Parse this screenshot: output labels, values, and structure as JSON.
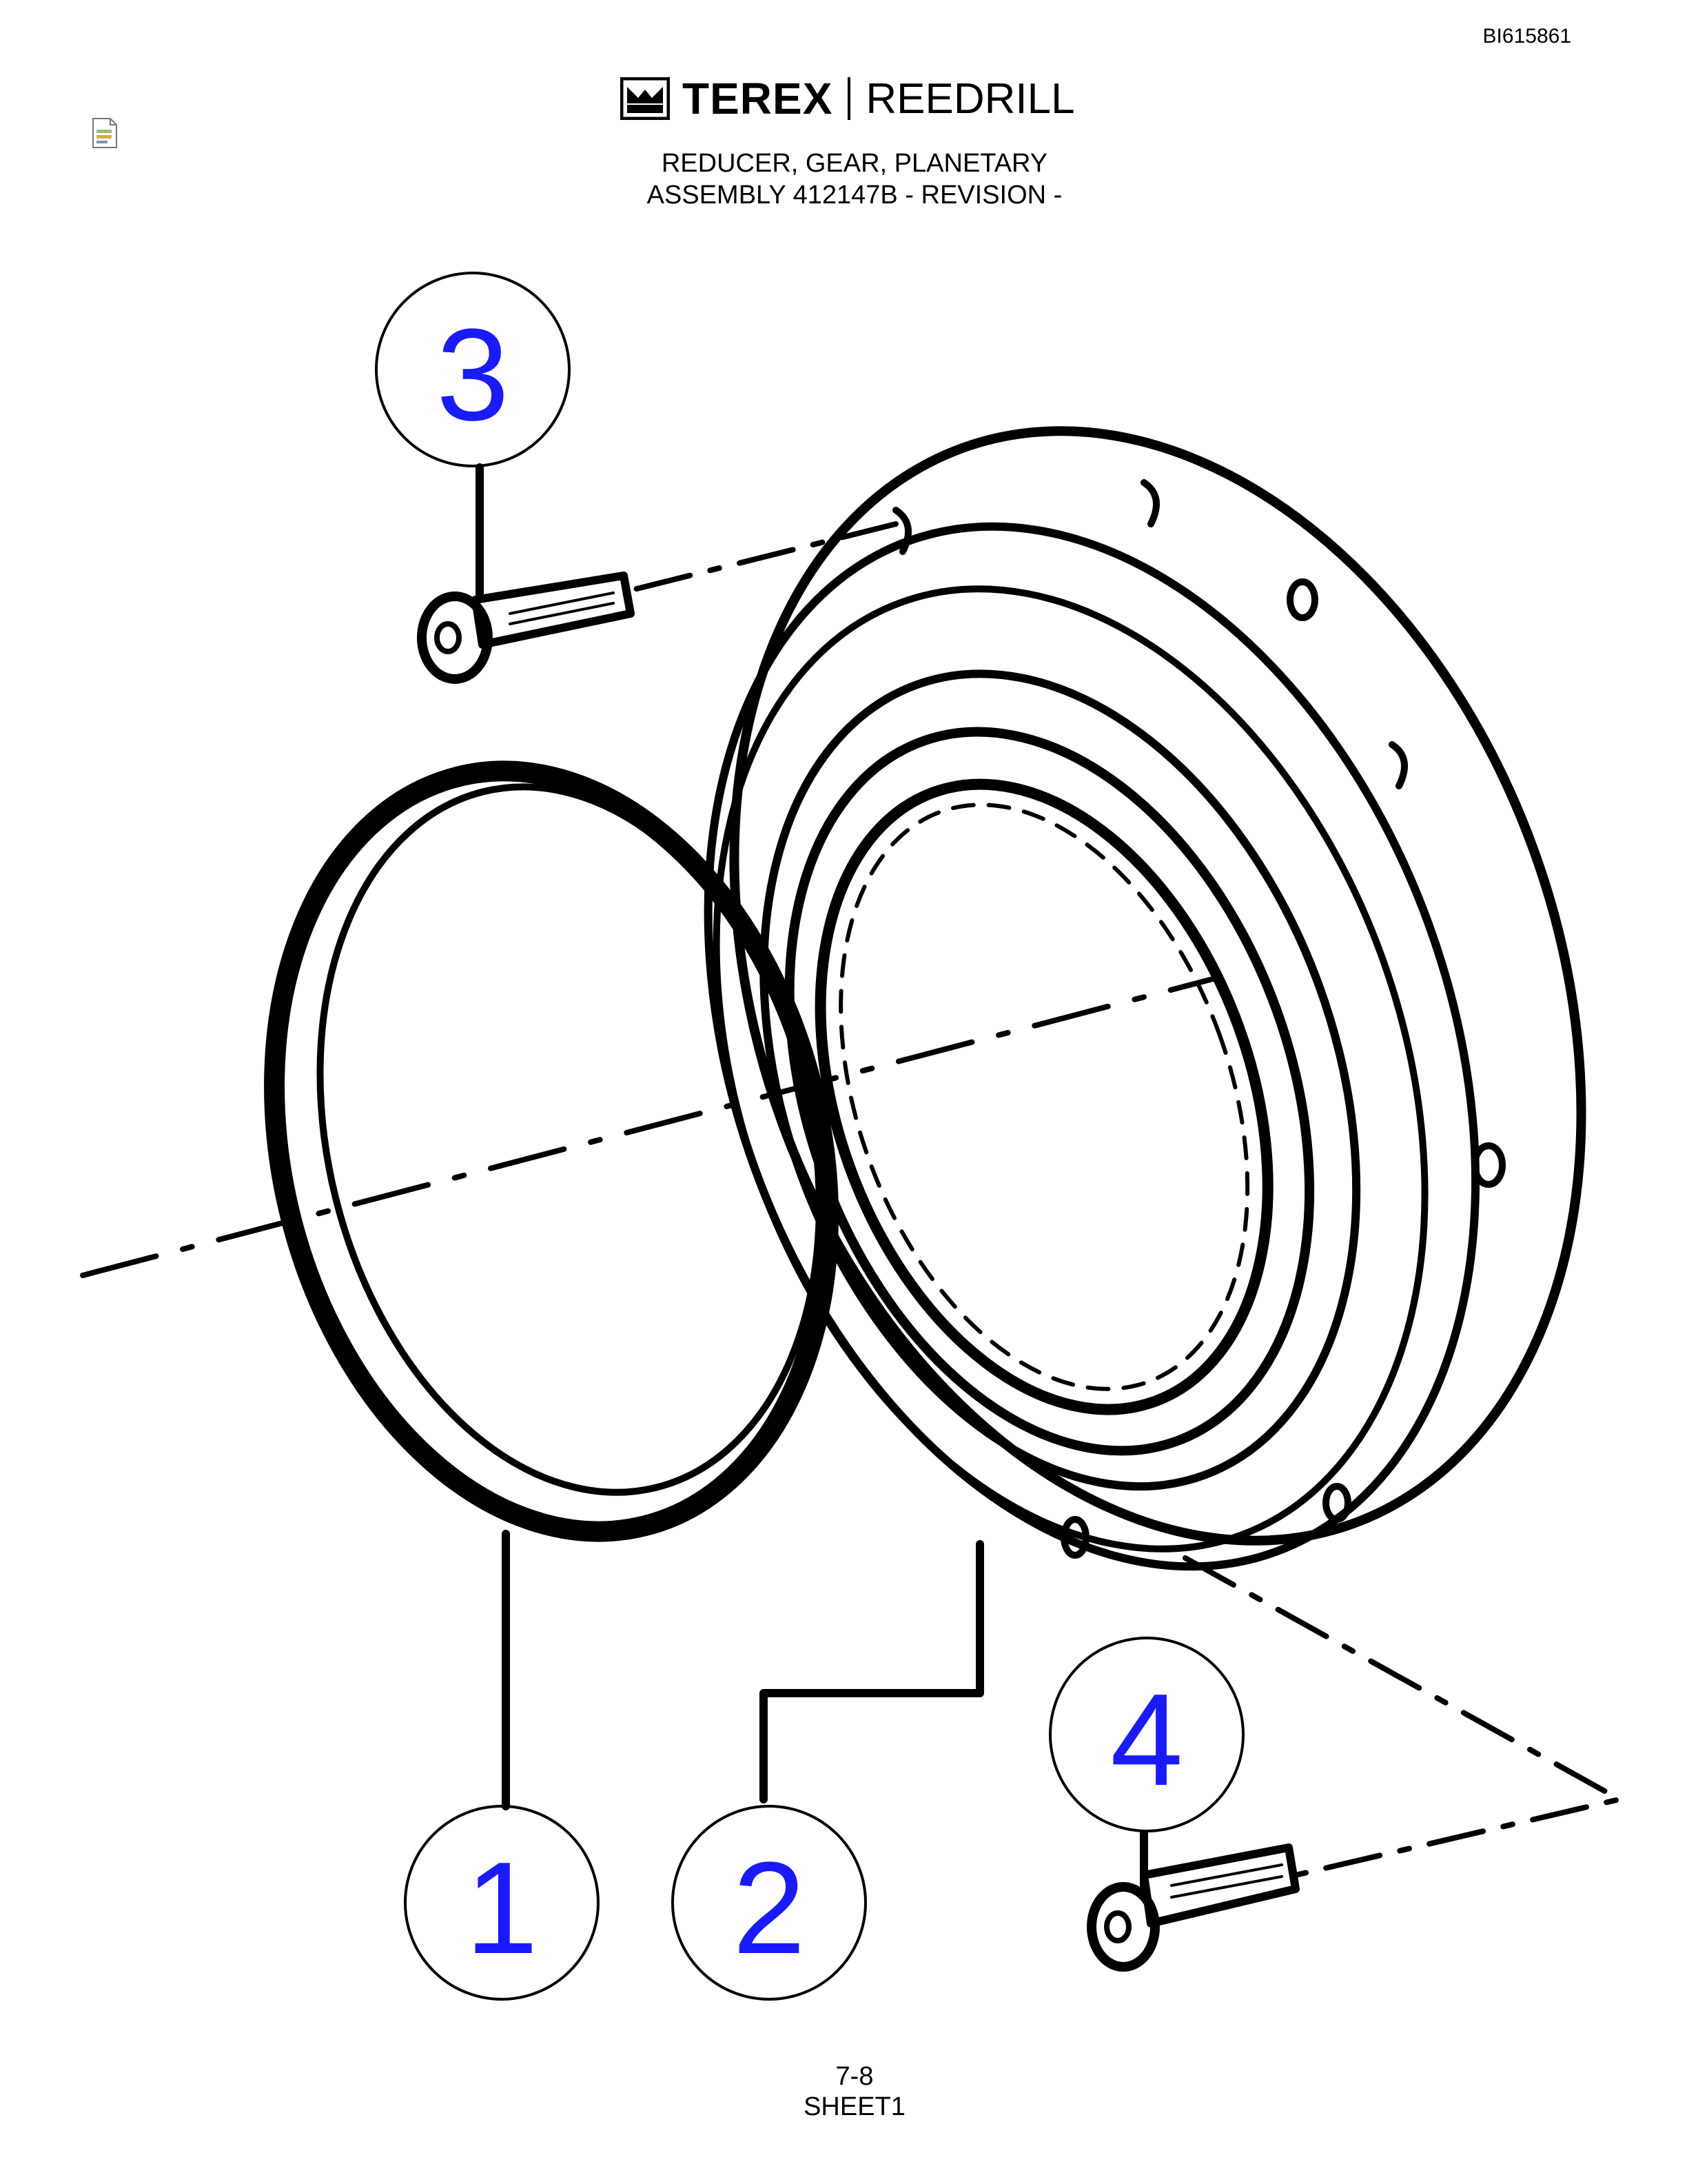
{
  "header": {
    "doc_id": "BI615861",
    "brand_name": "TEREX",
    "brand_sub": "REEDRILL",
    "title_line1": "REDUCER,  GEAR, PLANETARY",
    "title_line2": "ASSEMBLY 412147B - REVISION -"
  },
  "callouts": [
    {
      "label": "1"
    },
    {
      "label": "2"
    },
    {
      "label": "3"
    },
    {
      "label": "4"
    }
  ],
  "footer": {
    "page": "7-8",
    "sheet": "SHEET1"
  },
  "colors": {
    "callout_text": "#1a1aff",
    "line": "#000000",
    "background": "#ffffff"
  },
  "icons": [
    "terex-logo-icon",
    "document-icon"
  ]
}
